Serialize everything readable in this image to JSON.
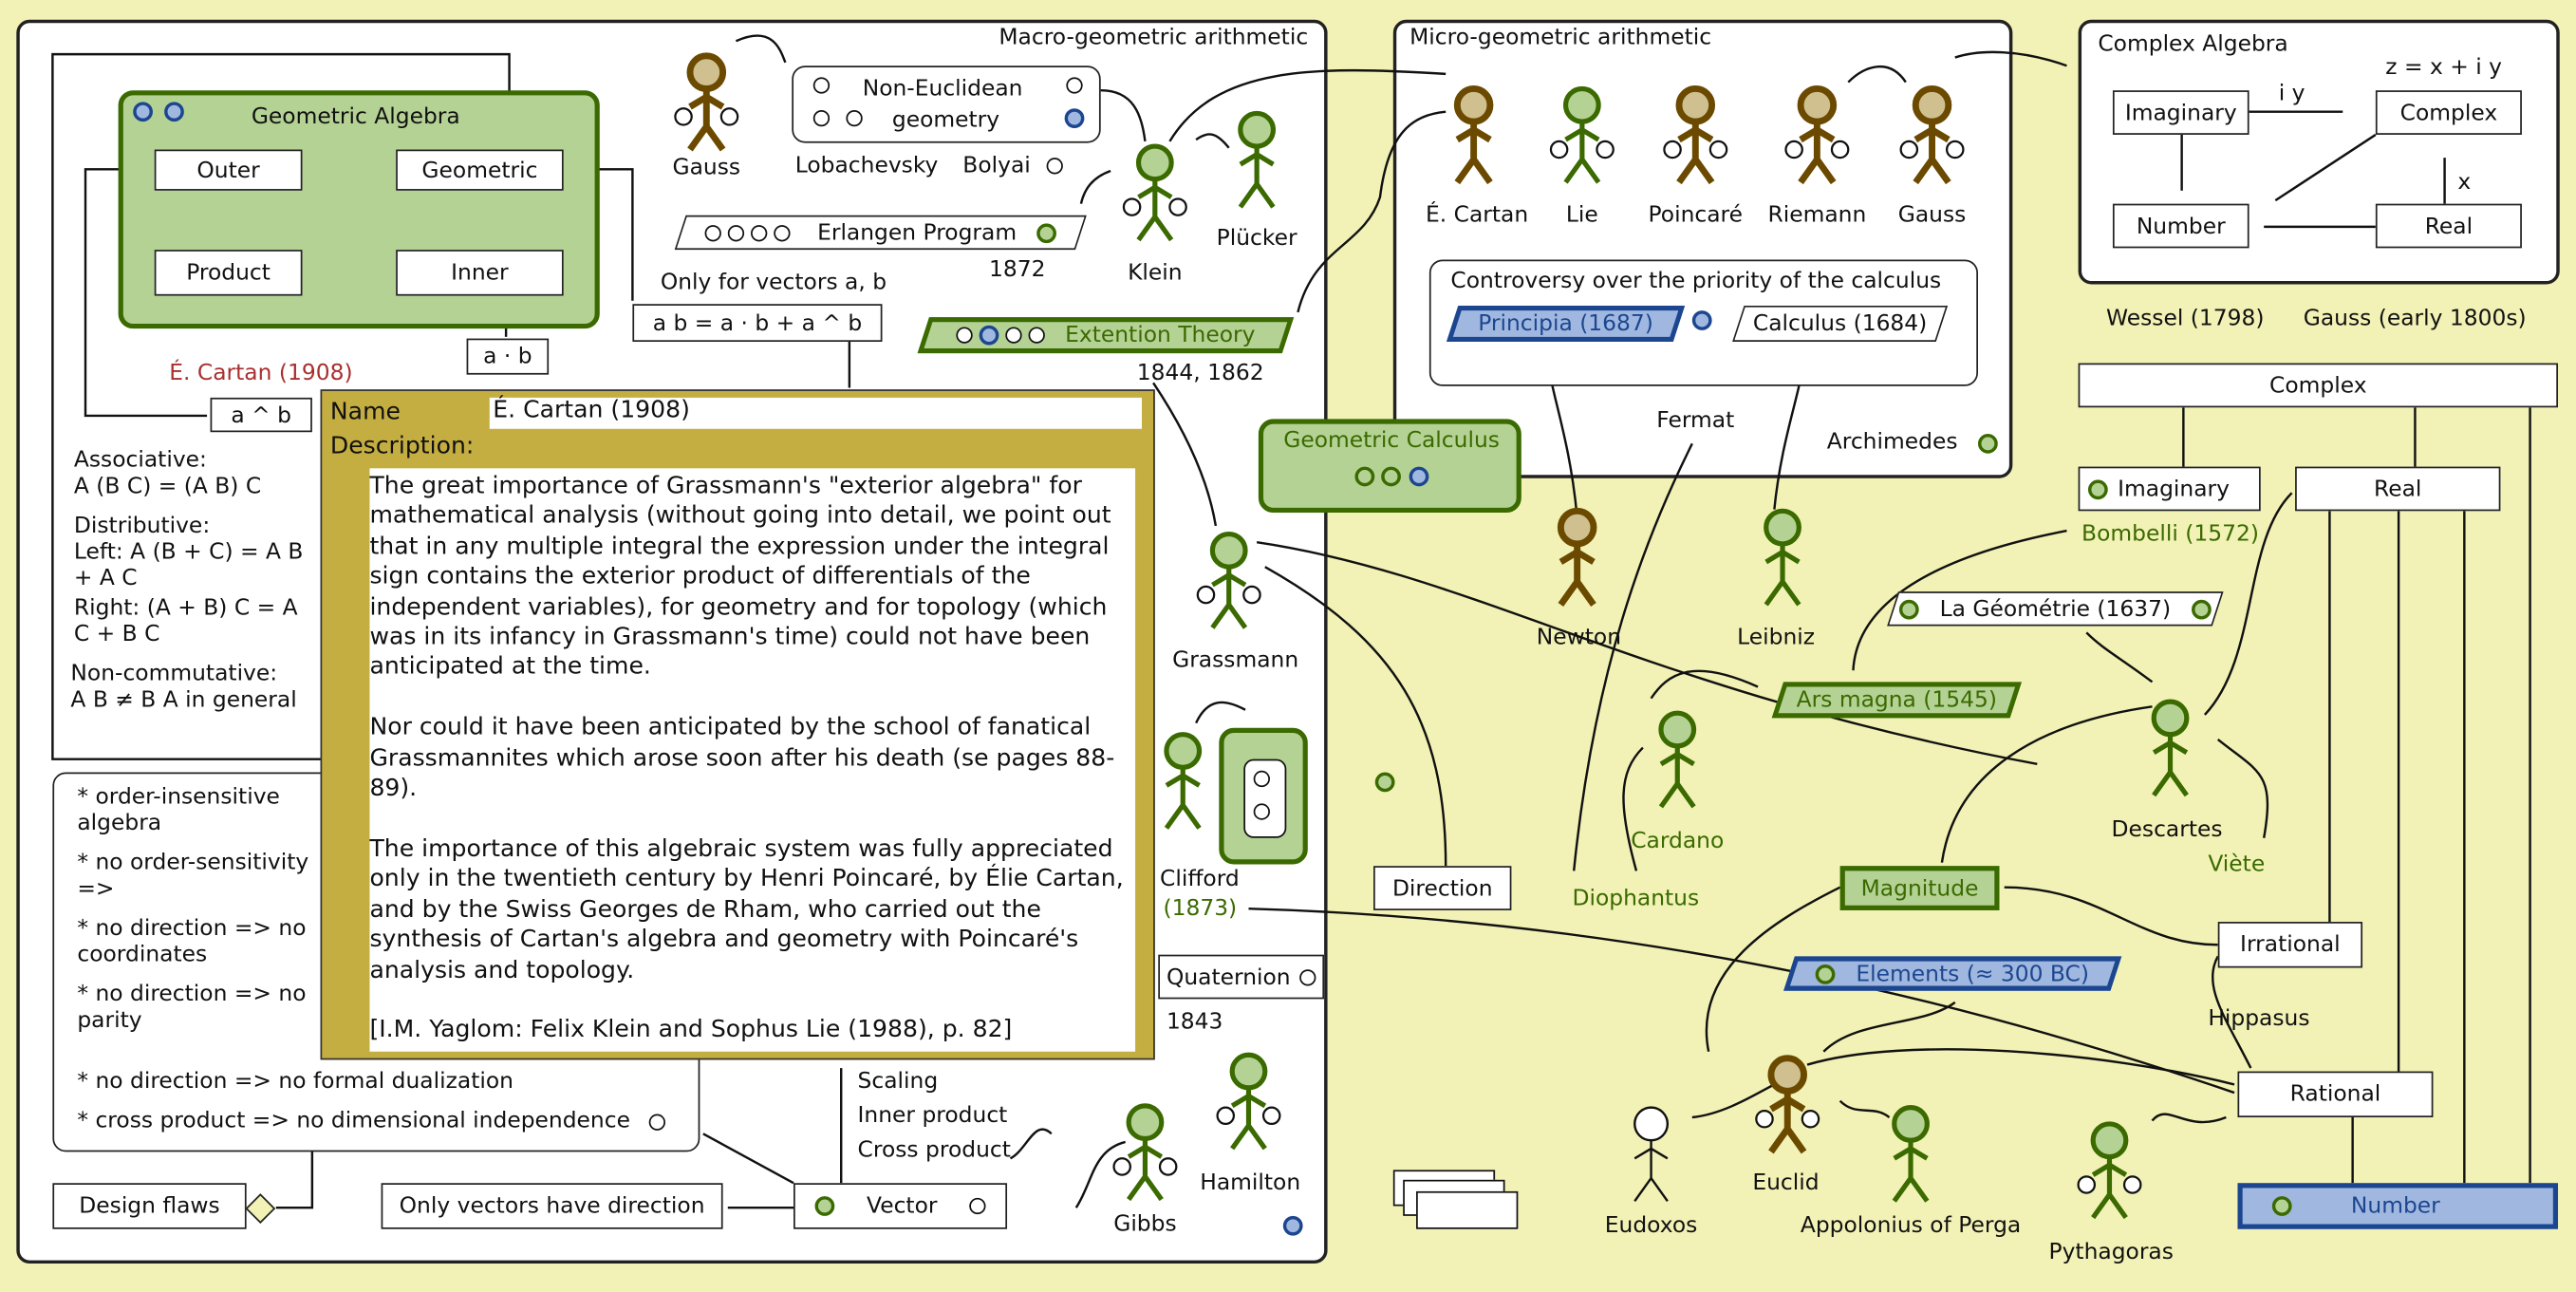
{
  "colors": {
    "background": "#f2f2b6",
    "green_fill": "#b5d295",
    "green_stroke": "#3a6a00",
    "blue_fill": "#a0b8e0",
    "blue_stroke": "#1c4690",
    "brown": "#6b4a00",
    "brown_head": "#d0c090",
    "popup": "#c5ae41",
    "accent_red": "#a83030"
  },
  "macro": {
    "title": "Macro-geometric arithmetic",
    "geometric_algebra": {
      "title": "Geometric Algebra",
      "outer": "Outer",
      "geometric": "Geometric",
      "product": "Product",
      "inner": "Inner"
    },
    "cartan_label": "É. Cartan (1908)",
    "wedge_box": "a ^ b",
    "dot_box": "a · b",
    "rules": {
      "assoc_title": "Associative:",
      "assoc": "A (B C) = (A B) C",
      "dist_title": "Distributive:",
      "dist_left": "Left:   A (B + C) = A B + A C",
      "dist_right": "Right: (A + B) C = A C + B C",
      "noncomm_title": "Non-commutative:",
      "noncomm": "A B ≠ B A in general"
    },
    "flaws": [
      "* order-insensitive algebra",
      "* no order-sensitivity =>",
      "* no direction => no coordinates",
      "* no direction => no parity",
      "* no direction => no formal dualization",
      "* cross product => no dimensional independence"
    ],
    "design_flaws": "Design flaws",
    "only_vectors_direction": "Only vectors have direction",
    "vector": "Vector",
    "vector_ops": [
      "Scaling",
      "Inner product",
      "Cross product"
    ],
    "gibbs": "Gibbs",
    "hamilton": "Hamilton",
    "year_1843": "1843",
    "quaternion": "Quaternion",
    "clifford": "Clifford",
    "clifford_year": "(1873)",
    "grassmann": "Grassmann",
    "extension_theory": "Extention Theory",
    "extension_years": "1844, 1862",
    "erlangen": "Erlangen Program",
    "erlangen_year": "1872",
    "klein": "Klein",
    "plucker": "Plücker",
    "gauss": "Gauss",
    "non_euclidean": "Non-Euclidean",
    "geometry": "geometry",
    "lobachevsky": "Lobachevsky",
    "bolyai": "Bolyai",
    "only_for_vectors": "Only for vectors a, b",
    "formula": "a b = a · b + a ^ b"
  },
  "popup": {
    "name_label": "Name",
    "name_value": "É. Cartan (1908)",
    "description_label": "Description:",
    "description": "The great importance of Grassmann's \"exterior algebra\" for mathematical analysis (without going into detail, we point out that in any multiple integral the expression under the integral sign contains the exterior product of differentials of the independent variables), for geometry and for topology (which was in its infancy in Grassmann's time) could not have been anticipated at the time.\n\nNor could it have been anticipated by the school of fanatical Grassmannites which arose soon after his death (se pages 88-89).\n\nThe importance of this algebraic system was fully appreciated only in the twentieth century by Henri Poincaré, by Élie Cartan, and by the Swiss Georges de Rham, who carried out the synthesis of Cartan's algebra and geometry with Poincaré's analysis and topology.\n\n[I.M. Yaglom: Felix Klein and Sophus Lie (1988), p. 82]"
  },
  "geometric_calculus": "Geometric Calculus",
  "micro": {
    "title": "Micro-geometric arithmetic",
    "actors": [
      "É. Cartan",
      "Lie",
      "Poincaré",
      "Riemann",
      "Gauss"
    ],
    "controversy": "Controversy over the priority of  the calculus",
    "principia": "Principia (1687)",
    "calculus": "Calculus (1684)",
    "fermat": "Fermat",
    "archimedes": "Archimedes"
  },
  "newton": "Newton",
  "leibniz": "Leibniz",
  "complex_algebra": {
    "title": "Complex Algebra",
    "equation": "z = x + i y",
    "imaginary": "Imaginary",
    "complex": "Complex",
    "number": "Number",
    "real": "Real",
    "iy": "i y",
    "x": "x"
  },
  "wessel": "Wessel (1798)",
  "gauss_1800s": "Gauss (early 1800s)",
  "hierarchy": {
    "complex": "Complex",
    "imaginary": "Imaginary",
    "real": "Real",
    "bombelli": "Bombelli (1572)",
    "geometrie": "La Géométrie (1637)",
    "ars_magna": "Ars magna (1545)",
    "irrational": "Irrational",
    "rational": "Rational",
    "number": "Number",
    "hippasus": "Hippasus"
  },
  "people": {
    "cardano": "Cardano",
    "descartes": "Descartes",
    "viete": "Viète",
    "diophantus": "Diophantus",
    "euclid": "Euclid",
    "eudoxos": "Eudoxos",
    "apollonius": "Appolonius of Perga",
    "pythagoras": "Pythagoras"
  },
  "magnitude": "Magnitude",
  "direction": "Direction",
  "elements": "Elements (≈ 300 BC)"
}
